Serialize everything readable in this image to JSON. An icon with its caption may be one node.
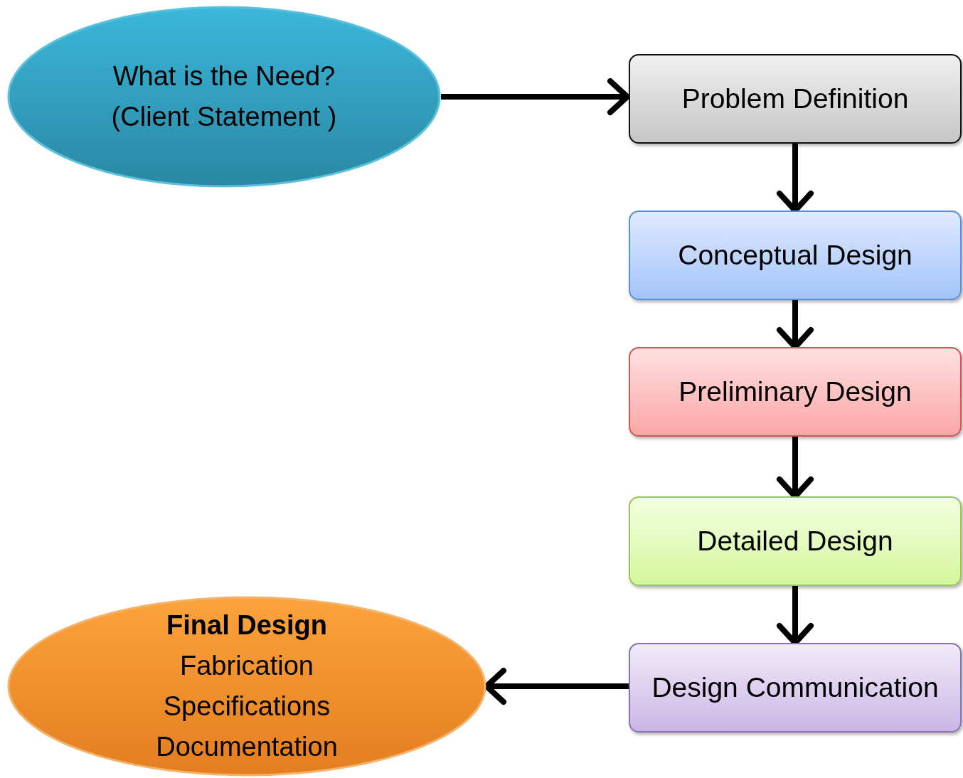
{
  "diagram": {
    "nodes": [
      {
        "text": [
          "What is the Need? (Client Statement )"
        ]
      },
      {
        "text": [
          "Problem Definition"
        ]
      },
      {
        "text": [
          "Conceptual Design"
        ]
      },
      {
        "text": [
          "Preliminary Design"
        ]
      },
      {
        "text": [
          "Detailed Design"
        ]
      },
      {
        "text": [
          "Design Communication"
        ]
      },
      {
        "text": [
          "Final Design",
          "Fabrication",
          "Specifications",
          "Documentation"
        ]
      }
    ],
    "edges": [
      {
        "from": 0,
        "to": 1,
        "arrow": "to"
      },
      {
        "from": 1,
        "to": 2,
        "arrow": "to"
      },
      {
        "from": 2,
        "to": 3,
        "arrow": "to"
      },
      {
        "from": 3,
        "to": 4,
        "arrow": "to"
      },
      {
        "from": 4,
        "to": 5,
        "arrow": "to"
      },
      {
        "from": 5,
        "to": 6,
        "arrow": "to"
      }
    ]
  }
}
